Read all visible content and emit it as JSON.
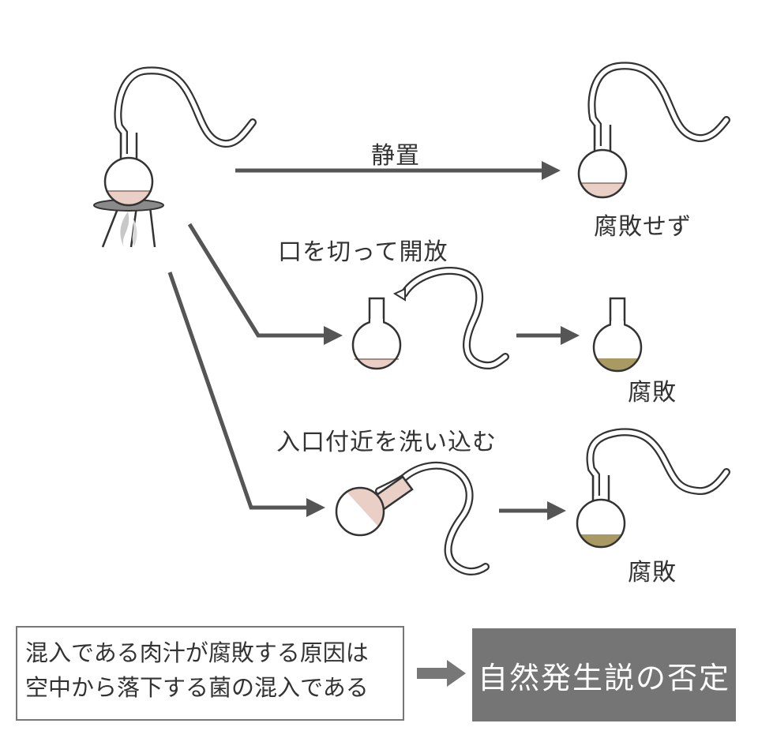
{
  "steps": {
    "still": "静置",
    "cut_open": "口を切って開放",
    "wash": "入口付近を洗い込む"
  },
  "outcomes": {
    "no_rot": "腐敗せず",
    "rot_1": "腐敗",
    "rot_2": "腐敗"
  },
  "conclusion": {
    "line1": "混入である肉汁が腐敗する原因は",
    "line2": "空中から落下する菌の混入である"
  },
  "result": "自然発生説の否定",
  "colors": {
    "broth_fresh": "#e9cfc6",
    "broth_rotten": "#a99a63",
    "arrow": "#555555",
    "result_box": "#757575"
  }
}
